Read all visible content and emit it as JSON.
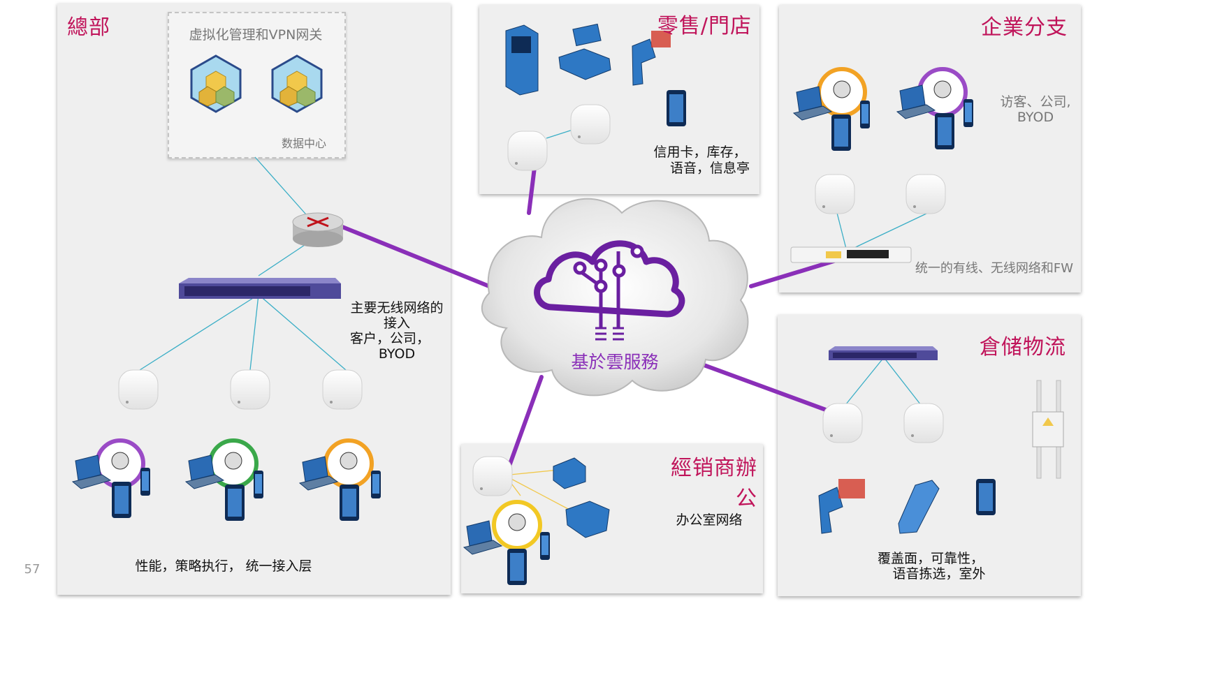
{
  "slide_number": "57",
  "cloud": {
    "label": "基於雲服務"
  },
  "hq": {
    "title": "總部",
    "datacenter_title": "虚拟化管理和VPN网关",
    "datacenter_label": "数据中心",
    "wireless_line1": "主要无线网络的",
    "wireless_line2": "接入",
    "wireless_line3": "客户，公司，",
    "wireless_line4": "BYOD",
    "footer": "性能，策略执行， 统一接入层"
  },
  "retail": {
    "title": "零售/門店",
    "line1": "信用卡，库存，",
    "line2": "语音，信息亭"
  },
  "branch": {
    "title": "企業分支",
    "note_line1": "访客、公司,",
    "note_line2": "BYOD",
    "wired_label": "统一的有线、无线网络和FW"
  },
  "warehouse": {
    "title": "倉储物流",
    "line1": "覆盖面，可靠性，",
    "line2": "语音拣选，室外"
  },
  "dealer": {
    "title": "經销商辦公",
    "label": "办公室网络"
  },
  "colors": {
    "accent_purple": "#8a2fb8",
    "title_magenta": "#c0145a",
    "link_cyan": "#3aaec6",
    "panel_bg": "#efefef"
  }
}
